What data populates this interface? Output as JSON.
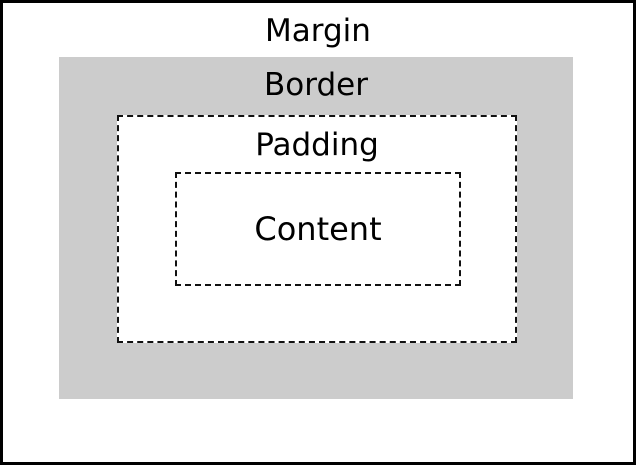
{
  "diagram": {
    "margin": {
      "label": "Margin",
      "fill": "#ffffff"
    },
    "border": {
      "label": "Border",
      "fill": "#cccccc"
    },
    "padding": {
      "label": "Padding",
      "fill": "#ffffff"
    },
    "content": {
      "label": "Content"
    },
    "colors": {
      "outline": "#000000",
      "dashed_line": "#111111"
    }
  }
}
